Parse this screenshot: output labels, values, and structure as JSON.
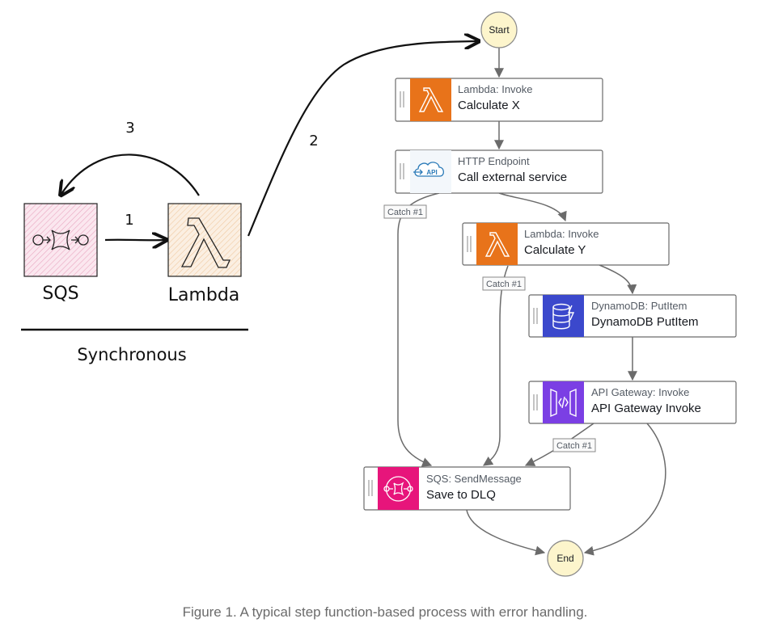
{
  "left_diagram": {
    "sqs_label": "SQS",
    "lambda_label": "Lambda",
    "arrow_1_label": "1",
    "arrow_2_label": "2",
    "arrow_3_label": "3",
    "synchronous_label": "Synchronous"
  },
  "workflow": {
    "start_label": "Start",
    "end_label": "End",
    "tasks": [
      {
        "service": "Lambda: Invoke",
        "name": "Calculate X",
        "icon": "lambda-icon",
        "color": "#e8731a"
      },
      {
        "service": "HTTP Endpoint",
        "name": "Call external service",
        "icon": "api-icon",
        "color": "#ffffff"
      },
      {
        "service": "Lambda: Invoke",
        "name": "Calculate Y",
        "icon": "lambda-icon",
        "color": "#e8731a"
      },
      {
        "service": "DynamoDB: PutItem",
        "name": "DynamoDB PutItem",
        "icon": "dynamodb-icon",
        "color": "#3b48cc"
      },
      {
        "service": "API Gateway: Invoke",
        "name": "API Gateway Invoke",
        "icon": "api-gateway-icon",
        "color": "#7b3fe4"
      },
      {
        "service": "SQS: SendMessage",
        "name": "Save to DLQ",
        "icon": "sqs-icon",
        "color": "#e7157b"
      }
    ],
    "catch_labels": [
      "Catch #1",
      "Catch #1",
      "Catch #1"
    ]
  },
  "caption": "Figure 1. A typical step function-based process with error handling."
}
